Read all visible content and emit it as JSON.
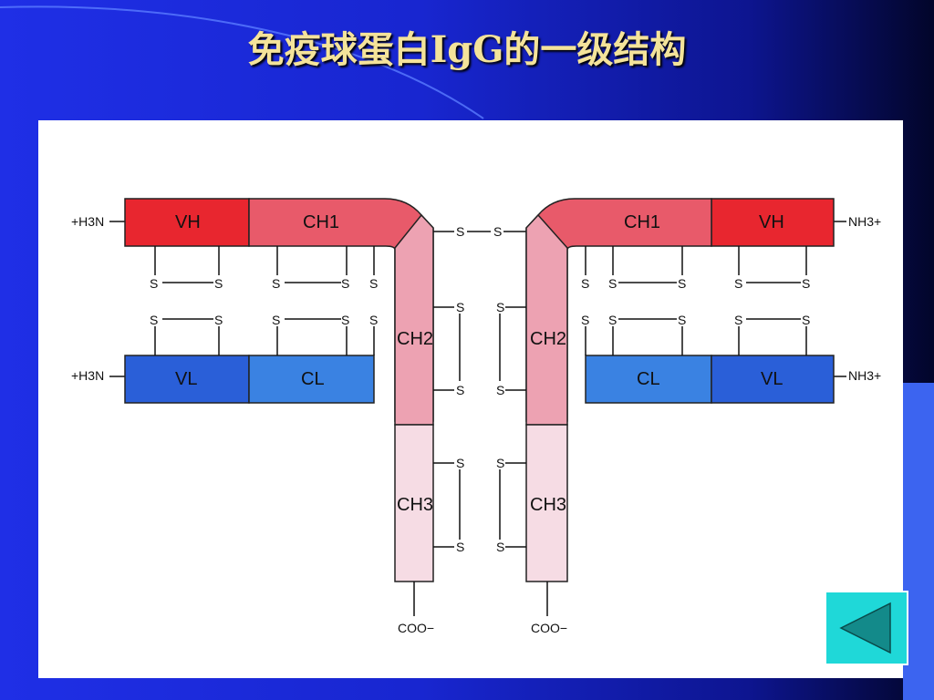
{
  "slide": {
    "title": "免疫球蛋白IgG的一级结构"
  },
  "diagram": {
    "left": {
      "heavy_n_terminus": "+H3N",
      "light_n_terminus": "+H3N",
      "vh": "VH",
      "ch1": "CH1",
      "ch2": "CH2",
      "ch3": "CH3",
      "vl": "VL",
      "cl": "CL",
      "c_terminus": "COO−"
    },
    "right": {
      "heavy_n_terminus": "NH3+",
      "light_n_terminus": "NH3+",
      "vh": "VH",
      "ch1": "CH1",
      "ch2": "CH2",
      "ch3": "CH3",
      "vl": "VL",
      "cl": "CL",
      "c_terminus": "COO−"
    },
    "disulfide_label": "S",
    "colors": {
      "vh": "#e8262f",
      "ch1": "#e85a6a",
      "ch2": "#eda2b2",
      "ch3": "#f6dce4",
      "vl": "#2a5fd8",
      "cl": "#3a82e2"
    }
  },
  "nav": {
    "back_icon": "triangle-left-icon"
  }
}
